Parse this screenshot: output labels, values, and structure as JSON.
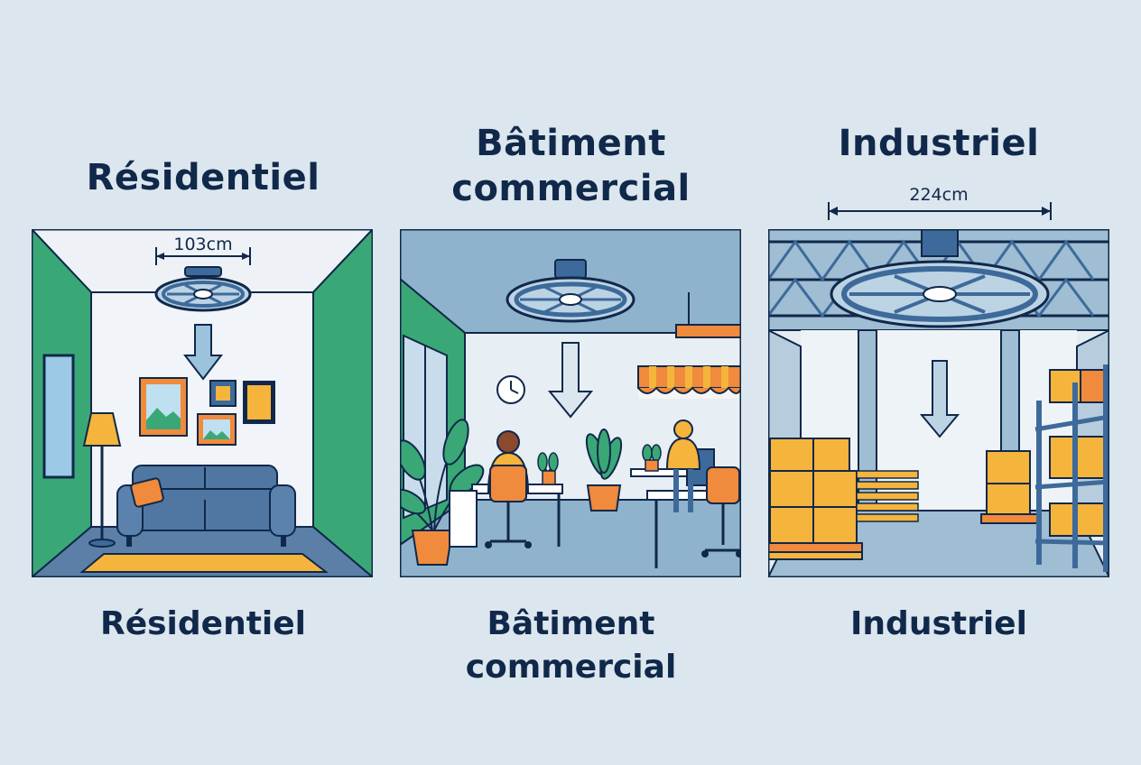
{
  "columns": [
    {
      "title": [
        "Résidentiel"
      ],
      "caption": [
        "Résidentiel"
      ],
      "dimension": "103cm"
    },
    {
      "title": [
        "Bâtiment",
        "commercial"
      ],
      "caption": [
        "Bâtiment",
        "commercial"
      ],
      "dimension": ""
    },
    {
      "title": [
        "Industriel"
      ],
      "caption": [
        "Industriel"
      ],
      "dimension": "224cm"
    }
  ],
  "colors": {
    "background": "#dce6ee",
    "text": "#10284a",
    "wall_green": "#3aa876",
    "ceiling_blue": "#8fb3cc",
    "fan_blue": "#3d6a9a",
    "accent_orange": "#f08a3c",
    "accent_yellow": "#f5b43c"
  },
  "icons": [
    "ceiling-fan-icon",
    "down-arrow-icon",
    "sofa-icon",
    "floor-lamp-icon",
    "desk-icon",
    "plant-icon",
    "clock-icon",
    "box-stack-icon",
    "pallet-rack-icon"
  ]
}
